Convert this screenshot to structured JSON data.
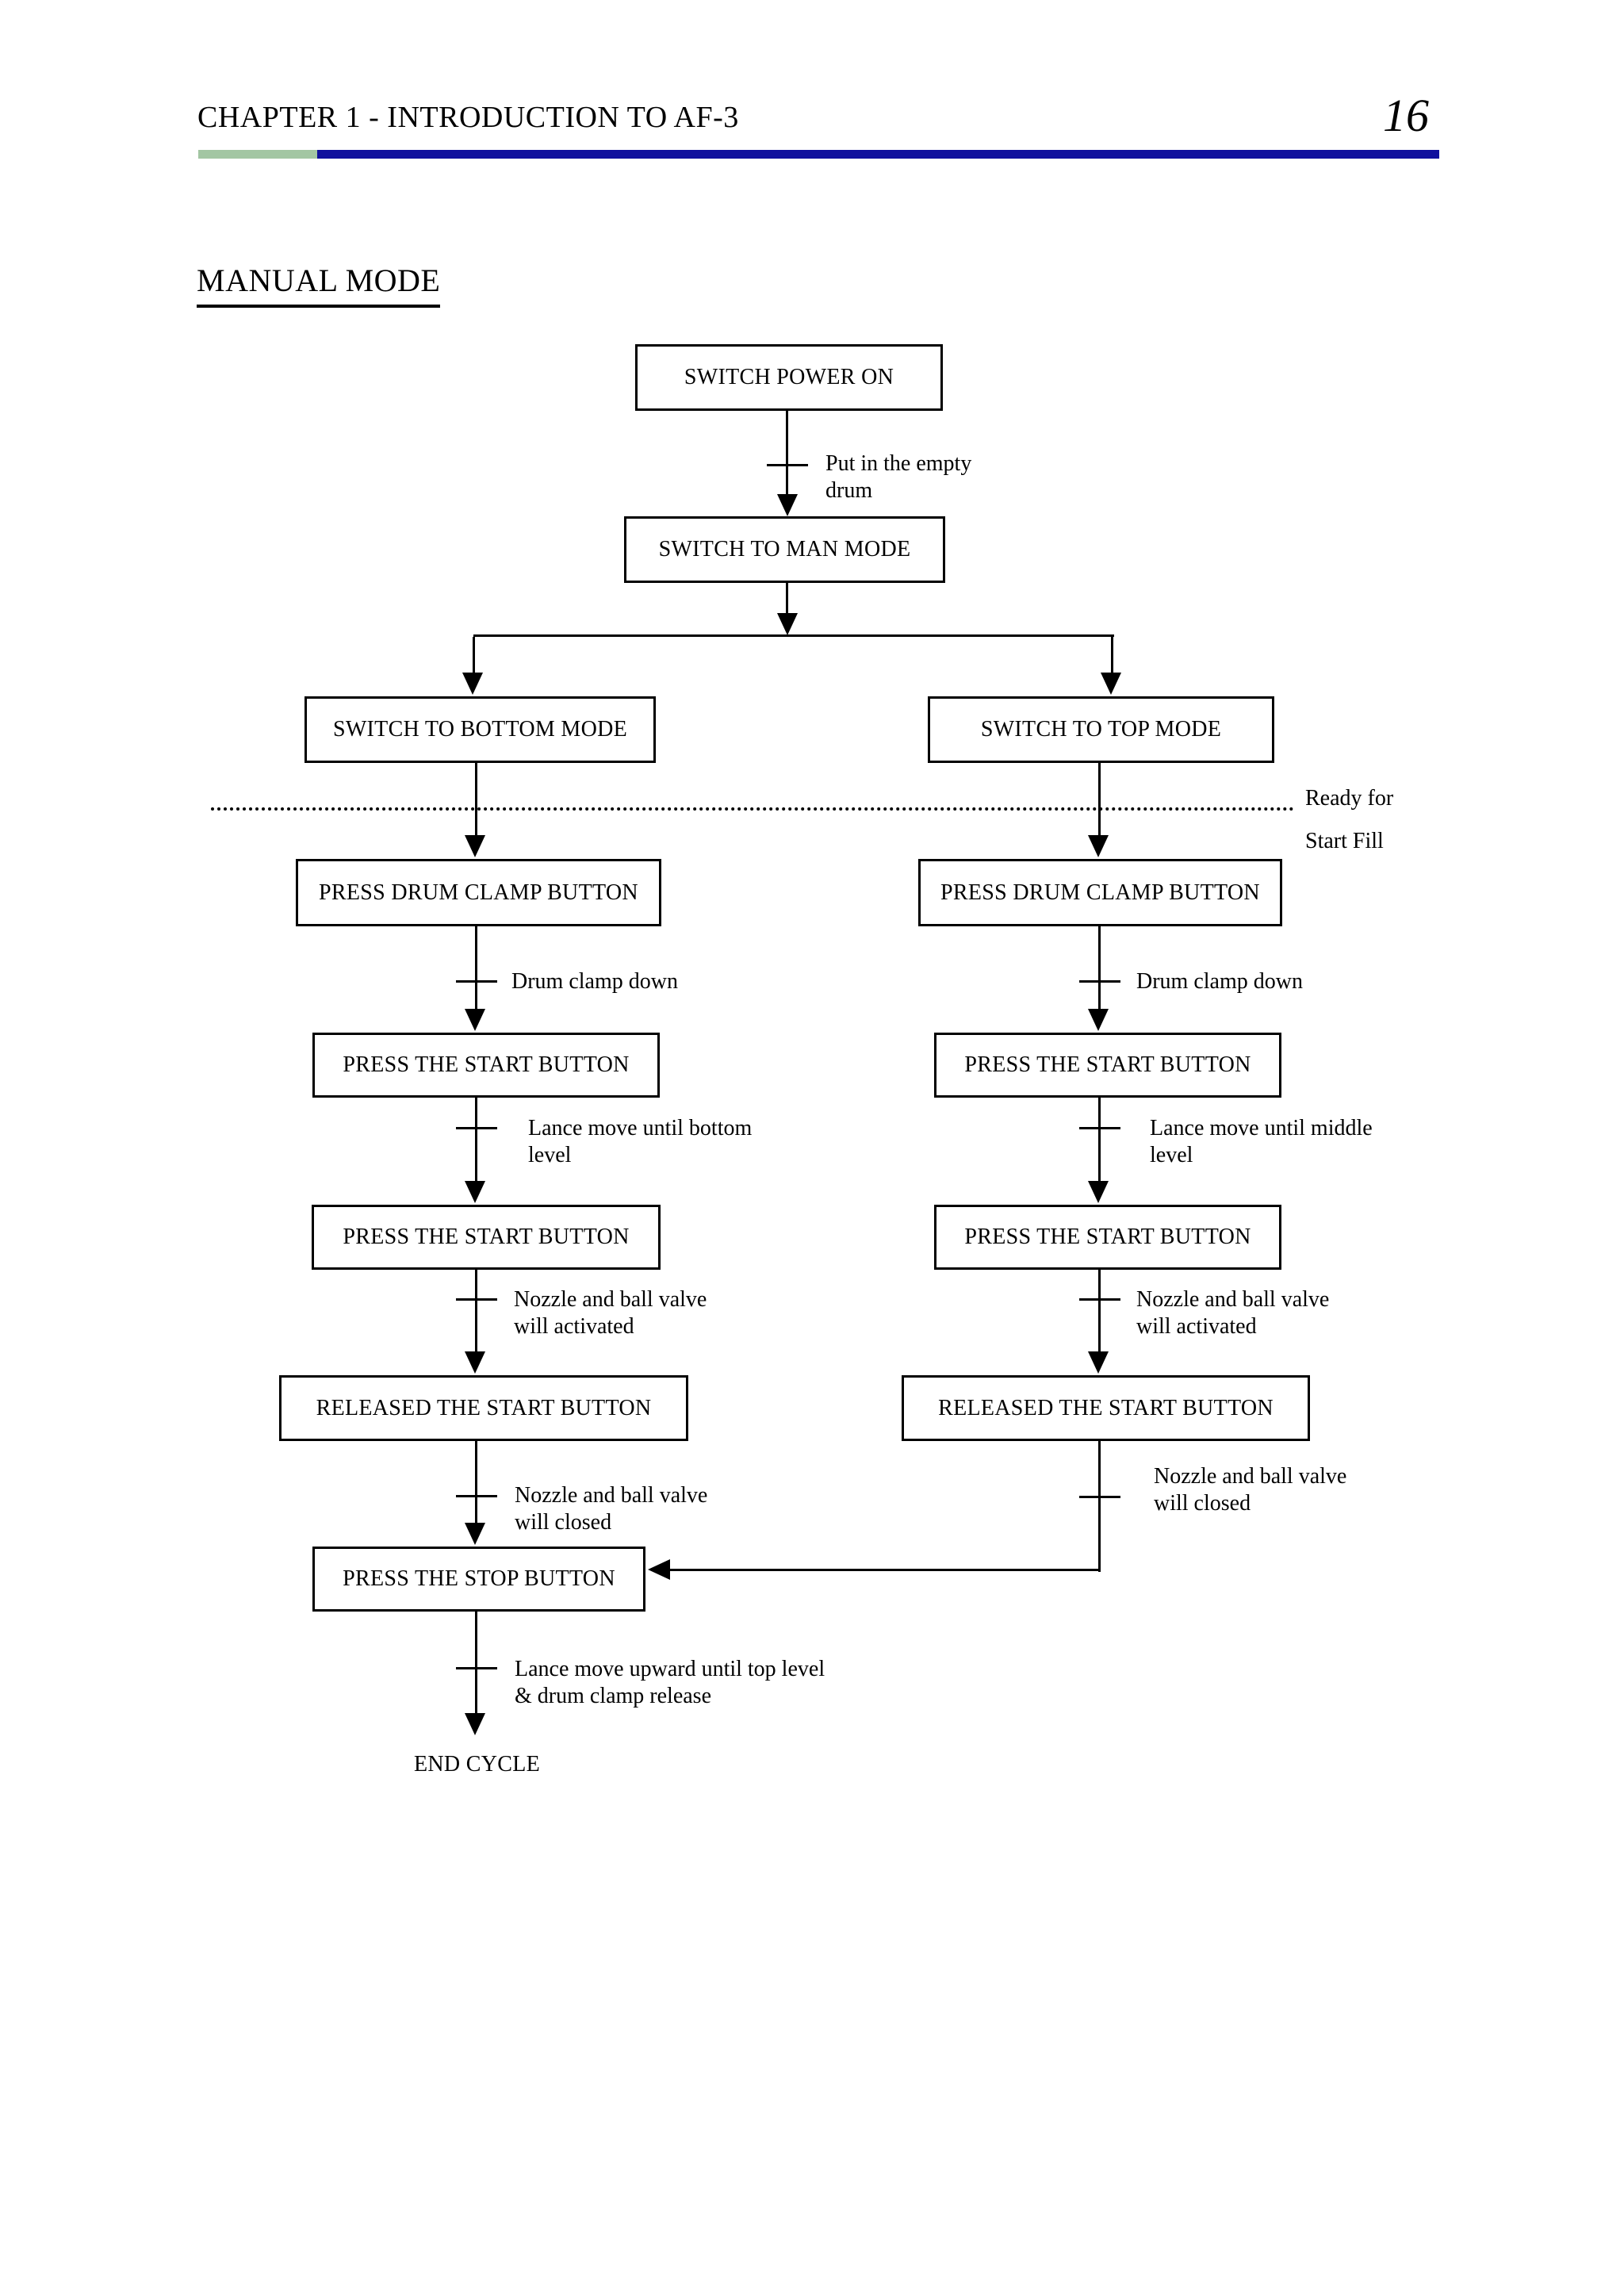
{
  "page": {
    "header_title": "CHAPTER 1 - INTRODUCTION TO AF-3",
    "page_number": "16",
    "section_title": "MANUAL MODE"
  },
  "colors": {
    "rule_green": "#a3c6a3",
    "rule_blue": "#10109d",
    "ink": "#000000",
    "paper": "#ffffff"
  },
  "flowchart": {
    "nodes": {
      "switch_power_on": "SWITCH POWER ON",
      "switch_to_man_mode": "SWITCH TO MAN MODE",
      "switch_to_bottom_mode": "SWITCH TO BOTTOM MODE",
      "switch_to_top_mode": "SWITCH TO TOP MODE",
      "press_drum_clamp_left": "PRESS DRUM CLAMP BUTTON",
      "press_start_left_1": "PRESS THE START BUTTON",
      "press_start_left_2": "PRESS THE START BUTTON",
      "released_start_left": "RELEASED THE START BUTTON",
      "press_drum_clamp_right": "PRESS DRUM CLAMP BUTTON",
      "press_start_right_1": "PRESS THE START BUTTON",
      "press_start_right_2": "PRESS THE START BUTTON",
      "released_start_right": "RELEASED THE START BUTTON",
      "press_stop": "PRESS THE STOP BUTTON",
      "end_cycle": "END CYCLE"
    },
    "notes": {
      "put_in_empty_drum": {
        "line1": "Put in the empty",
        "line2": "drum"
      },
      "ready_for_start_fill": {
        "line1": "Ready for",
        "line2": "Start Fill"
      },
      "drum_clamp_down_left": "Drum clamp down",
      "drum_clamp_down_right": "Drum clamp down",
      "lance_bottom": {
        "line1": "Lance move until bottom",
        "line2": "level"
      },
      "lance_middle": {
        "line1": "Lance move until middle",
        "line2": "level"
      },
      "nozzle_activated_left": {
        "line1": "Nozzle and ball valve",
        "line2": "will activated"
      },
      "nozzle_activated_right": {
        "line1": "Nozzle and ball valve",
        "line2": "will activated"
      },
      "nozzle_closed_left": {
        "line1": "Nozzle and ball valve",
        "line2": "will closed"
      },
      "nozzle_closed_right": {
        "line1": "Nozzle and ball valve",
        "line2": "will closed"
      },
      "lance_upward": {
        "line1": "Lance move upward until top level",
        "line2": "& drum clamp release"
      }
    }
  }
}
